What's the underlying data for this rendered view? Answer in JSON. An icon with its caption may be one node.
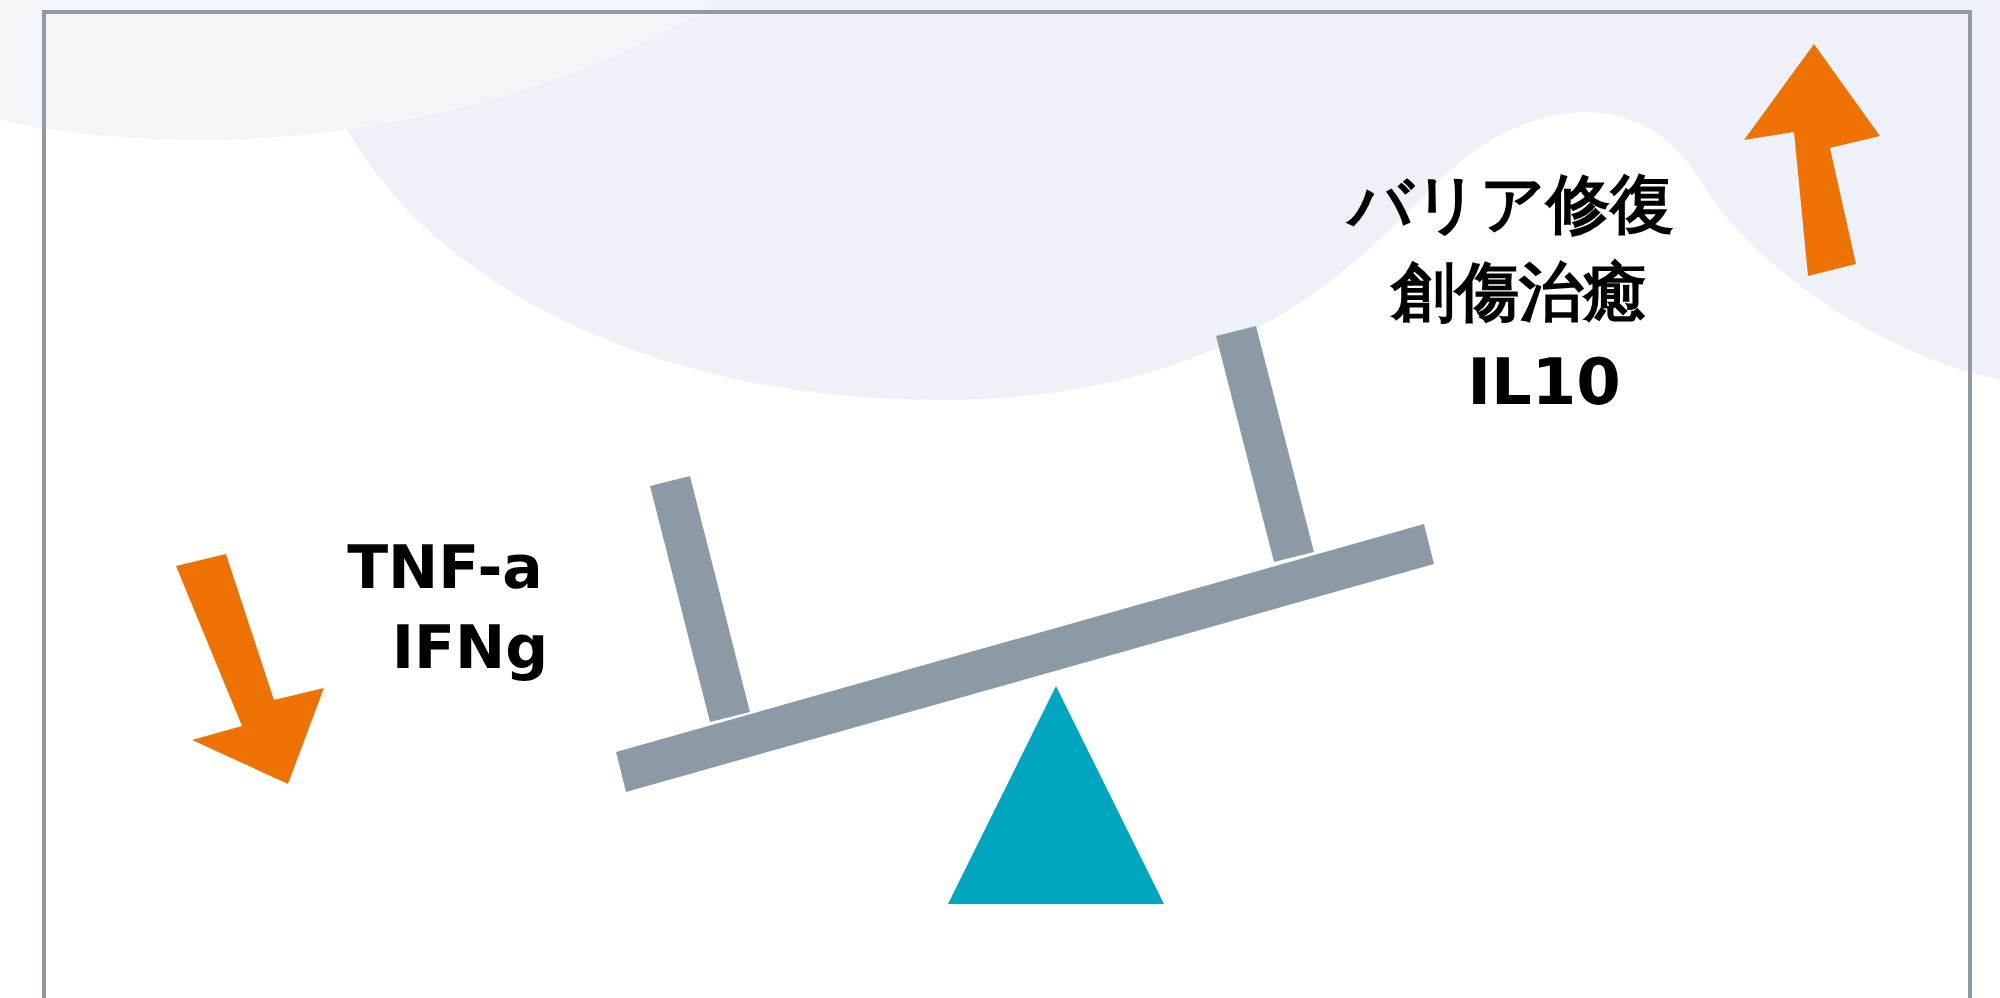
{
  "diagram": {
    "labels": [
      "バリア修復",
      "創傷治癒",
      "IL10",
      "TNF-a",
      "IFNg"
    ]
  }
}
